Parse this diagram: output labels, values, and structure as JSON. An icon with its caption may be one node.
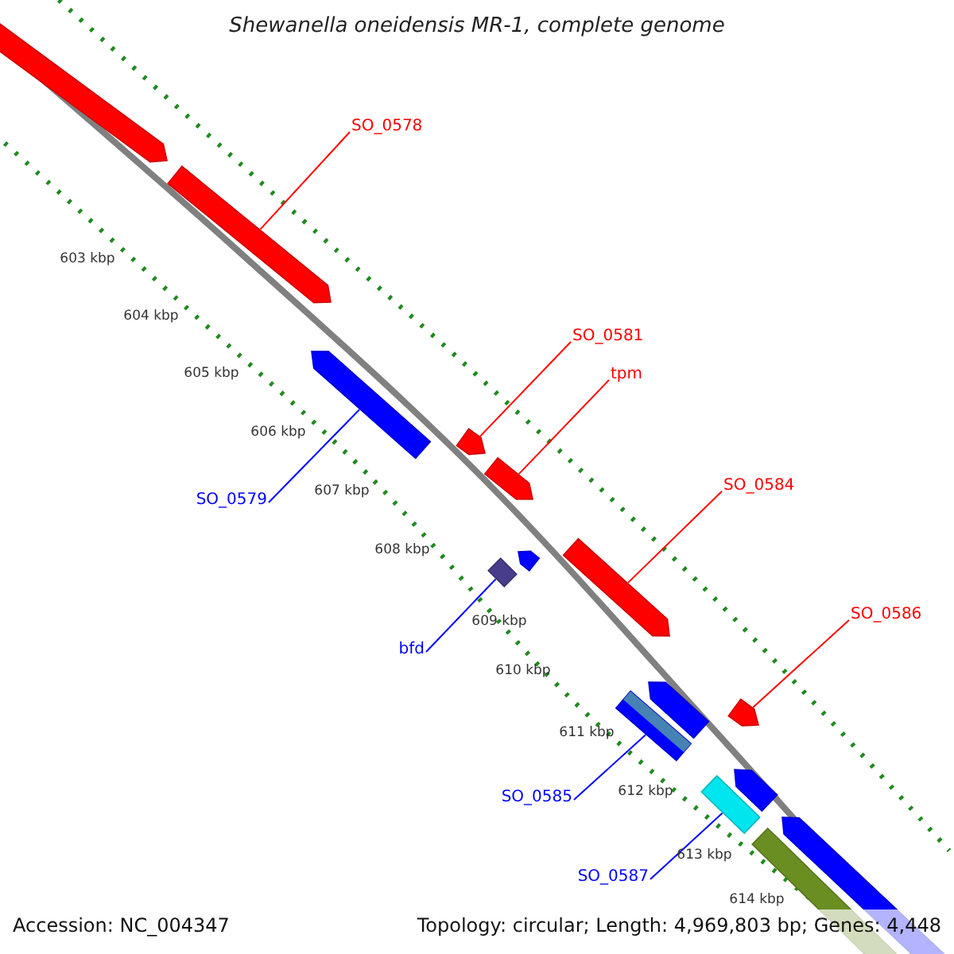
{
  "diagram": {
    "title": "Shewanella oneidensis MR-1, complete genome",
    "nodes": [
      {
        "text": [
          "SO_0578"
        ]
      },
      {
        "text": [
          "SO_0581"
        ]
      },
      {
        "text": [
          "tpm"
        ]
      },
      {
        "text": [
          "SO_0584"
        ]
      },
      {
        "text": [
          "SO_0586"
        ]
      },
      {
        "text": [
          "SO_0579"
        ]
      },
      {
        "text": [
          "bfd"
        ]
      },
      {
        "text": [
          "SO_0585"
        ]
      },
      {
        "text": [
          "SO_0587"
        ]
      },
      {
        "text": [],
        "shape": "arrow"
      },
      {
        "text": [],
        "shape": "arrow"
      },
      {
        "text": [],
        "shape": "arrow"
      },
      {
        "text": [],
        "shape": "arrow"
      },
      {
        "text": [],
        "shape": "arrow"
      },
      {
        "text": [],
        "shape": "arrow"
      },
      {
        "text": [],
        "shape": "arrow"
      },
      {
        "text": [],
        "shape": "diamond"
      },
      {
        "text": [],
        "shape": "arrow"
      },
      {
        "text": [],
        "shape": "bar"
      },
      {
        "text": [],
        "shape": "arrow"
      },
      {
        "text": [],
        "shape": "arrow"
      },
      {
        "text": [],
        "shape": "bar"
      },
      {
        "text": [],
        "shape": "arrow"
      },
      {
        "text": [],
        "shape": "bar"
      }
    ],
    "edges": [
      {
        "from": 0,
        "to": 10,
        "arrow": "none"
      },
      {
        "from": 1,
        "to": 12,
        "arrow": "none"
      },
      {
        "from": 2,
        "to": 13,
        "arrow": "none"
      },
      {
        "from": 3,
        "to": 14,
        "arrow": "none"
      },
      {
        "from": 4,
        "to": 19,
        "arrow": "none"
      },
      {
        "from": 5,
        "to": 11,
        "arrow": "none",
        "color": "#0000ff"
      },
      {
        "from": 6,
        "to": 16,
        "arrow": "none",
        "color": "#0000ff"
      },
      {
        "from": 7,
        "to": 18,
        "arrow": "none",
        "color": "#0000ff"
      },
      {
        "from": 8,
        "to": 21,
        "arrow": "none",
        "color": "#0000ff"
      }
    ],
    "labels": [
      "603 kbp",
      "604 kbp",
      "605 kbp",
      "606 kbp",
      "607 kbp",
      "608 kbp",
      "609 kbp",
      "610 kbp",
      "611 kbp",
      "612 kbp",
      "613 kbp",
      "614 kbp",
      "Accession: NC_004347",
      "Topology: circular; Length: 4,969,803 bp; Genes: 4,448"
    ]
  }
}
